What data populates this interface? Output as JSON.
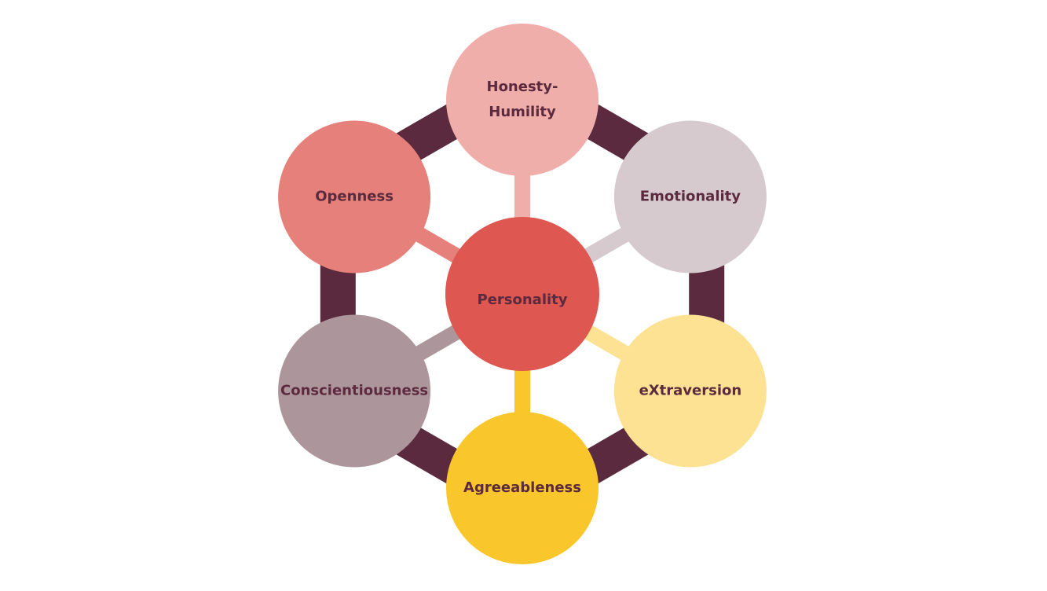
{
  "title": "Personality",
  "colors": {
    "ring": "#5c2a3e",
    "text": "#5c2a3e",
    "center": "#de5750"
  },
  "center": {
    "label": "Personality",
    "color": "#de5750"
  },
  "nodes": [
    {
      "label_lines": [
        "Honesty-",
        "Humility"
      ],
      "color": "#f0aeab"
    },
    {
      "label_lines": [
        "Emotionality"
      ],
      "color": "#d6cacf"
    },
    {
      "label_lines": [
        "eXtraversion"
      ],
      "color": "#fde294"
    },
    {
      "label_lines": [
        "Agreeableness"
      ],
      "color": "#f9c72b"
    },
    {
      "label_lines": [
        "Conscientiousness"
      ],
      "color": "#ad959c"
    },
    {
      "label_lines": [
        "Openness"
      ],
      "color": "#e5807a"
    }
  ]
}
